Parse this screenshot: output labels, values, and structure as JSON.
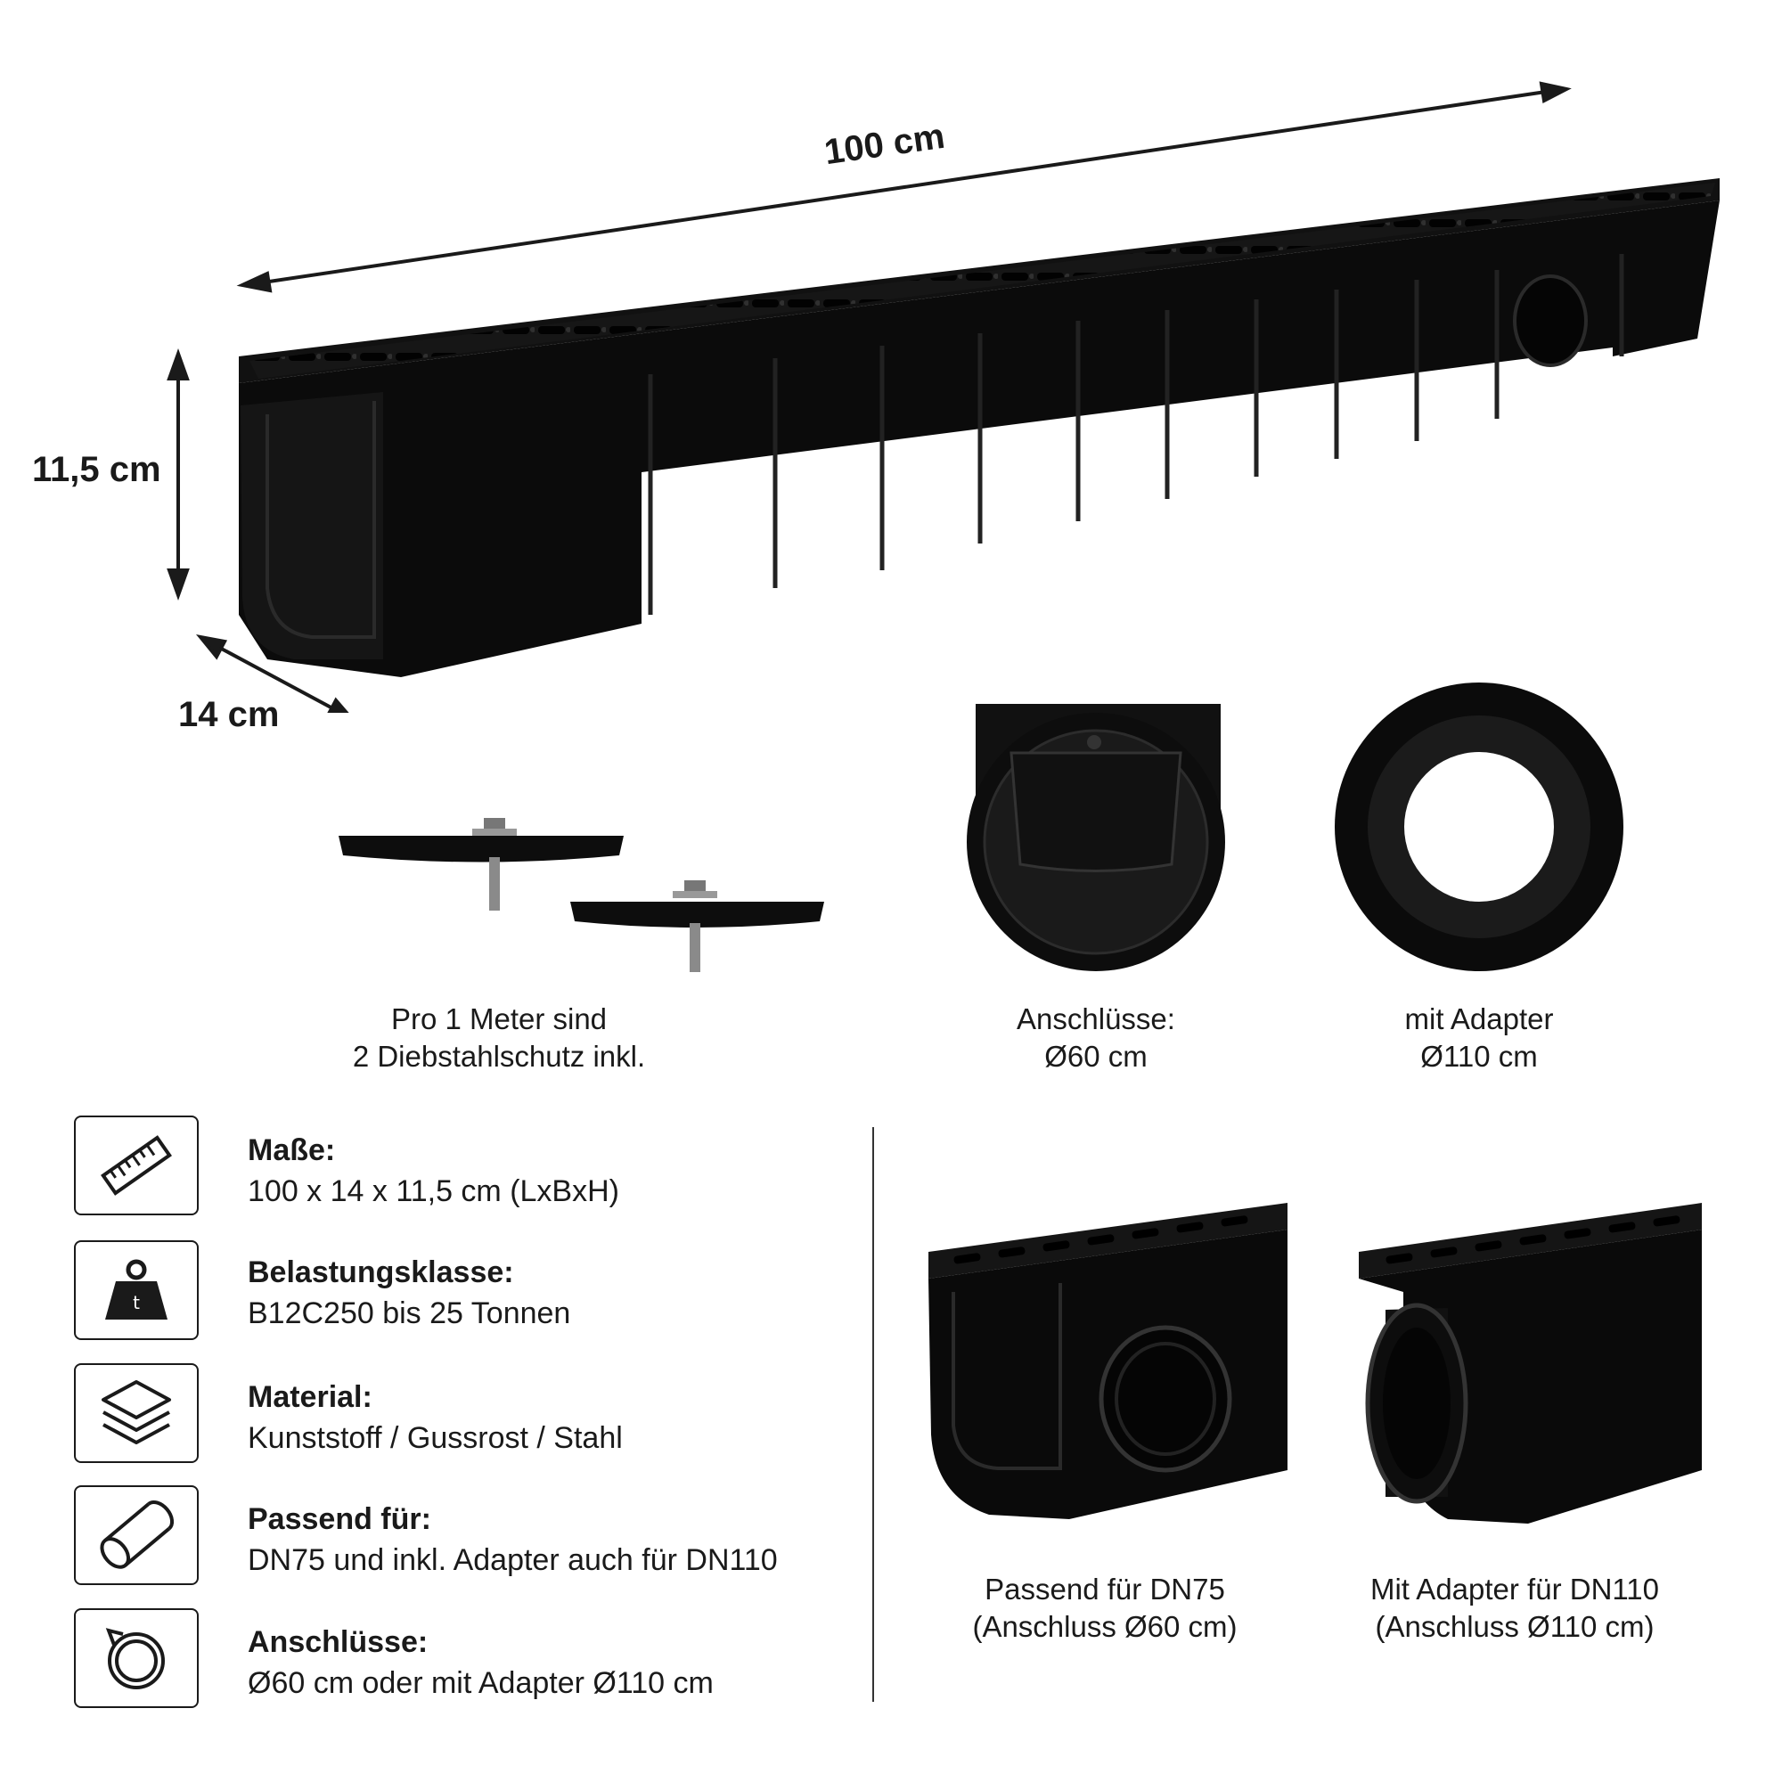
{
  "dimensions": {
    "length": "100 cm",
    "height": "11,5 cm",
    "width": "14 cm"
  },
  "captions": {
    "theft_protection": {
      "line1": "Pro 1 Meter sind",
      "line2": "2 Diebstahlschutz inkl."
    },
    "connections": {
      "line1": "Anschlüsse:",
      "line2": "Ø60 cm"
    },
    "adapter": {
      "line1": "mit Adapter",
      "line2": "Ø110 cm"
    },
    "dn75": {
      "line1": "Passend für DN75",
      "line2": "(Anschluss Ø60 cm)"
    },
    "dn110": {
      "line1": "Mit Adapter für DN110",
      "line2": "(Anschluss Ø110 cm)"
    }
  },
  "specs": [
    {
      "icon": "ruler-icon",
      "title": "Maße:",
      "value": "100 x 14 x 11,5 cm (LxBxH)"
    },
    {
      "icon": "weight-icon",
      "title": "Belastungsklasse:",
      "value": "B12C250 bis 25 Tonnen"
    },
    {
      "icon": "layers-icon",
      "title": "Material:",
      "value": "Kunststoff / Gussrost / Stahl"
    },
    {
      "icon": "pipe-icon",
      "title": "Passend für:",
      "value": "DN75 und inkl. Adapter auch für DN110"
    },
    {
      "icon": "coil-icon",
      "title": "Anschlüsse:",
      "value": "Ø60 cm oder mit Adapter Ø110 cm"
    }
  ],
  "colors": {
    "product": "#0d0d0d",
    "text": "#1a1a1a",
    "background": "#ffffff"
  }
}
